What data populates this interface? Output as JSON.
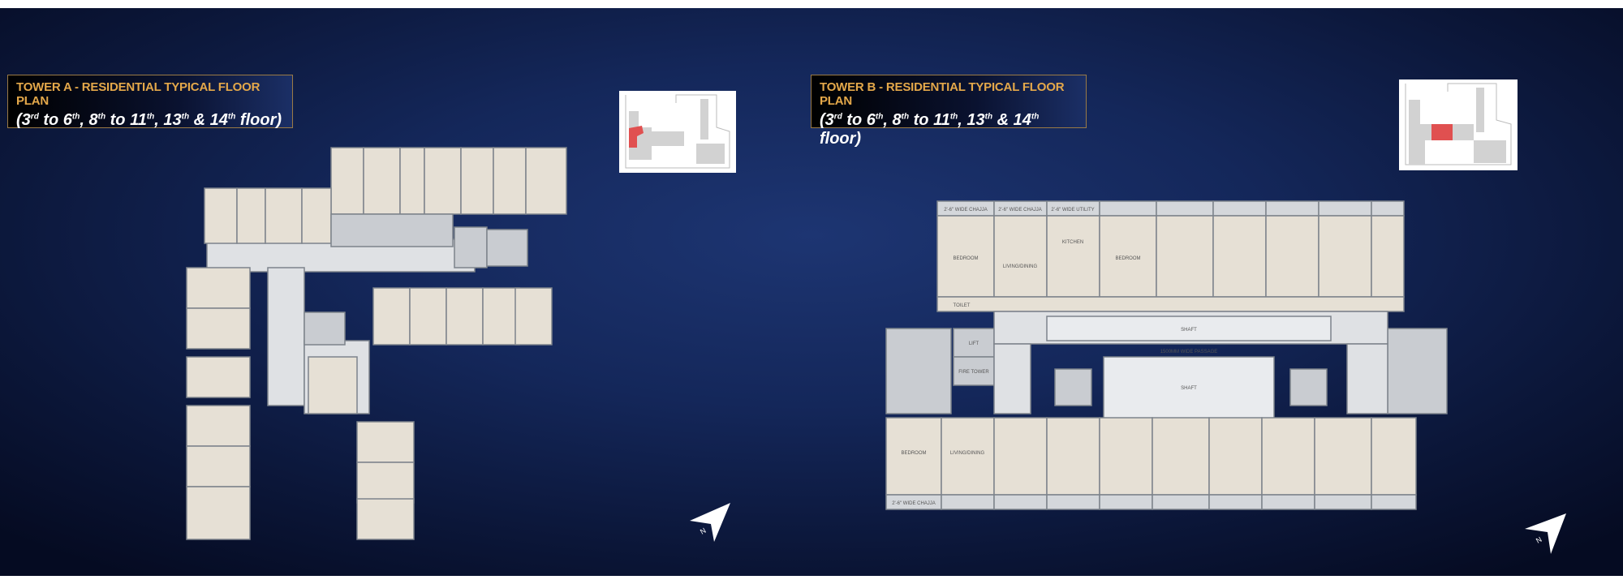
{
  "tower_a": {
    "title": "TOWER A - RESIDENTIAL TYPICAL FLOOR PLAN",
    "floors": {
      "f1": "3",
      "s1": "rd",
      "t1": " to 6",
      "s2": "th",
      "t2": ", 8",
      "s3": "th",
      "t3": " to 11",
      "s4": "th",
      "t4": ", 13",
      "s5": "th",
      "t5": " & 14",
      "s6": "th",
      "t6": " floor)"
    }
  },
  "tower_b": {
    "title": "TOWER B - RESIDENTIAL TYPICAL FLOOR PLAN",
    "floors": {
      "f1": "3",
      "s1": "rd",
      "t1": " to 6",
      "s2": "th",
      "t2": ", 8",
      "s3": "th",
      "t3": " to 11",
      "s4": "th",
      "t4": ", 13",
      "s5": "th",
      "t5": " & 14",
      "s6": "th",
      "t6": " floor)"
    }
  },
  "plan_labels": {
    "chajja": "2'-6\" WIDE CHAJJA",
    "utility": "2'-6\" WIDE UTILITY",
    "bedroom": "BEDROOM",
    "living": "LIVING/DINING",
    "kitchen": "KITCHEN",
    "toilet": "TOILET",
    "lift": "LIFT",
    "shaft": "SHAFT",
    "passage": "1500MM WIDE PASSAGE",
    "fire_tower": "FIRE TOWER"
  },
  "north_arrow": {
    "label": "N"
  },
  "colors": {
    "background": "#14275a",
    "title_gold": "#e4a84a",
    "highlight": "#e05050",
    "room": "#e6e0d5",
    "wall": "#858b93"
  }
}
